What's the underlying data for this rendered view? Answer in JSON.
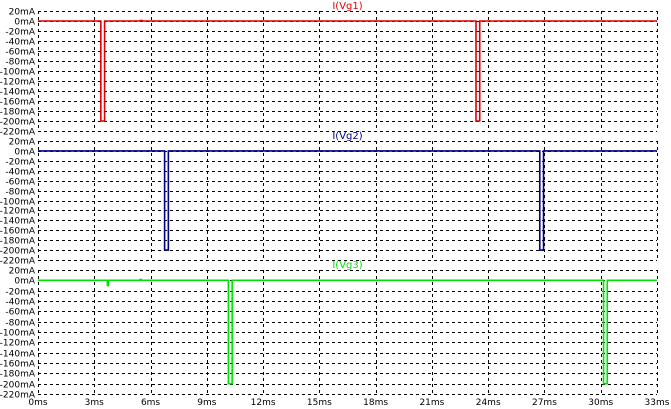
{
  "chart_data": [
    {
      "type": "line",
      "title": "I(Vg1)",
      "color": "#e00000",
      "ylim": [
        -220,
        20
      ],
      "yticks": [
        "20mA",
        "0mA",
        "-20mA",
        "-40mA",
        "-60mA",
        "-80mA",
        "-100mA",
        "-120mA",
        "-140mA",
        "-160mA",
        "-180mA",
        "-200mA",
        "-220mA"
      ],
      "grid": true,
      "series": [
        {
          "x": [
            0,
            3.35,
            3.35,
            3.55,
            3.55,
            5.45,
            5.45,
            5.55,
            5.55,
            23.35,
            23.35,
            23.55,
            23.55,
            33
          ],
          "y": [
            0,
            0,
            -200,
            -200,
            0,
            0,
            1,
            1,
            0,
            0,
            -200,
            -200,
            0,
            0
          ]
        }
      ]
    },
    {
      "type": "line",
      "title": "I(Vg2)",
      "color": "#000080",
      "ylim": [
        -220,
        20
      ],
      "yticks": [
        "20mA",
        "0mA",
        "-20mA",
        "-40mA",
        "-60mA",
        "-80mA",
        "-100mA",
        "-120mA",
        "-140mA",
        "-160mA",
        "-180mA",
        "-200mA",
        "-220mA"
      ],
      "grid": true,
      "series": [
        {
          "x": [
            0,
            6.75,
            6.75,
            6.95,
            6.95,
            26.75,
            26.75,
            26.95,
            26.95,
            33
          ],
          "y": [
            0,
            0,
            -200,
            -200,
            0,
            0,
            -200,
            -200,
            0,
            0
          ]
        }
      ]
    },
    {
      "type": "line",
      "title": "I(Vg3)",
      "color": "#00e000",
      "ylim": [
        -220,
        20
      ],
      "yticks": [
        "20mA",
        "0mA",
        "-20mA",
        "-40mA",
        "-60mA",
        "-80mA",
        "-100mA",
        "-120mA",
        "-140mA",
        "-160mA",
        "-180mA",
        "-200mA",
        "-220mA"
      ],
      "xticks": [
        "0ms",
        "3ms",
        "6ms",
        "9ms",
        "12ms",
        "15ms",
        "18ms",
        "21ms",
        "24ms",
        "27ms",
        "30ms",
        "33ms"
      ],
      "grid": true,
      "series": [
        {
          "x": [
            0,
            3.7,
            3.7,
            3.75,
            3.75,
            5.45,
            5.45,
            5.5,
            5.5,
            10.15,
            10.15,
            10.35,
            10.35,
            30.15,
            30.15,
            30.35,
            30.35,
            33
          ],
          "y": [
            0,
            0,
            -10,
            -10,
            0,
            0,
            1.5,
            1.5,
            0,
            0,
            -200,
            -200,
            0,
            0,
            -200,
            -200,
            0,
            0
          ]
        }
      ]
    }
  ]
}
